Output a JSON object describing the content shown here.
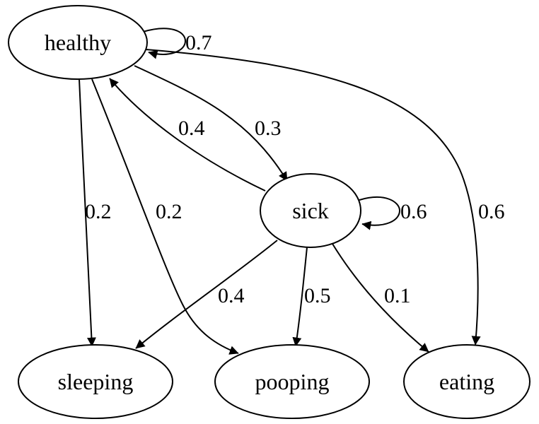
{
  "nodes": {
    "healthy": "healthy",
    "sick": "sick",
    "sleeping": "sleeping",
    "pooping": "pooping",
    "eating": "eating"
  },
  "edges": {
    "healthy_healthy": "0.7",
    "healthy_sick": "0.3",
    "sick_healthy": "0.4",
    "healthy_sleeping": "0.2",
    "healthy_pooping": "0.2",
    "healthy_eating": "0.6",
    "sick_sick": "0.6",
    "sick_sleeping": "0.4",
    "sick_pooping": "0.5",
    "sick_eating": "0.1"
  }
}
